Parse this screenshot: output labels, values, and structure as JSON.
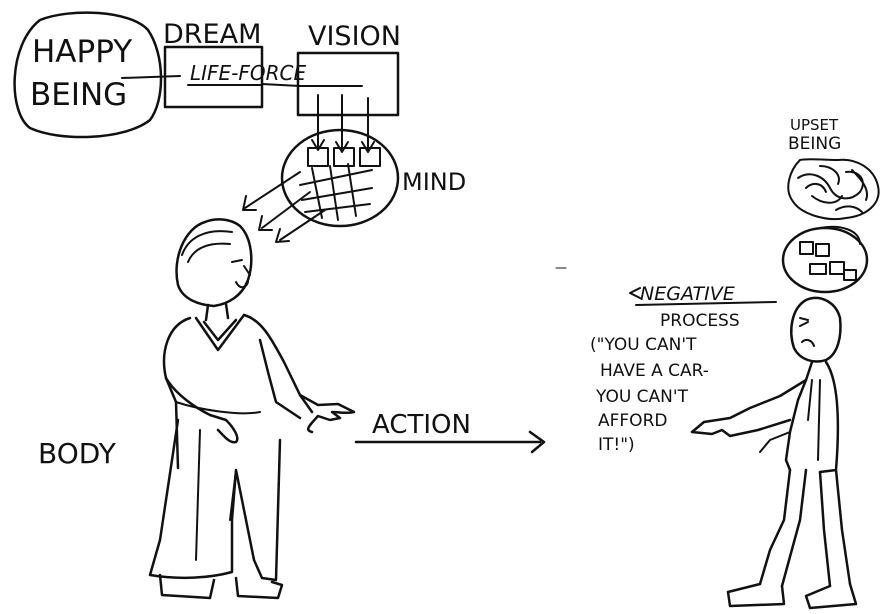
{
  "labels": {
    "happy_being_line1": "HAPPY",
    "happy_being_line2": "BEING",
    "dream": "DREAM",
    "vision": "VISION",
    "life_force": "LIFE-FORCE",
    "mind": "MIND",
    "body": "BODY",
    "action": "ACTION",
    "upset_being_line1": "UPSET",
    "upset_being_line2": "BEING",
    "negative_process_line1": "NEGATIVE",
    "negative_process_line2": "PROCESS",
    "quote_line1": "(\"YOU CAN'T",
    "quote_line2": "HAVE A CAR-",
    "quote_line3": "YOU CAN'T",
    "quote_line4": "AFFORD",
    "quote_line5": "IT!\")"
  },
  "style": {
    "ink": "#111111",
    "paper": "#ffffff"
  }
}
